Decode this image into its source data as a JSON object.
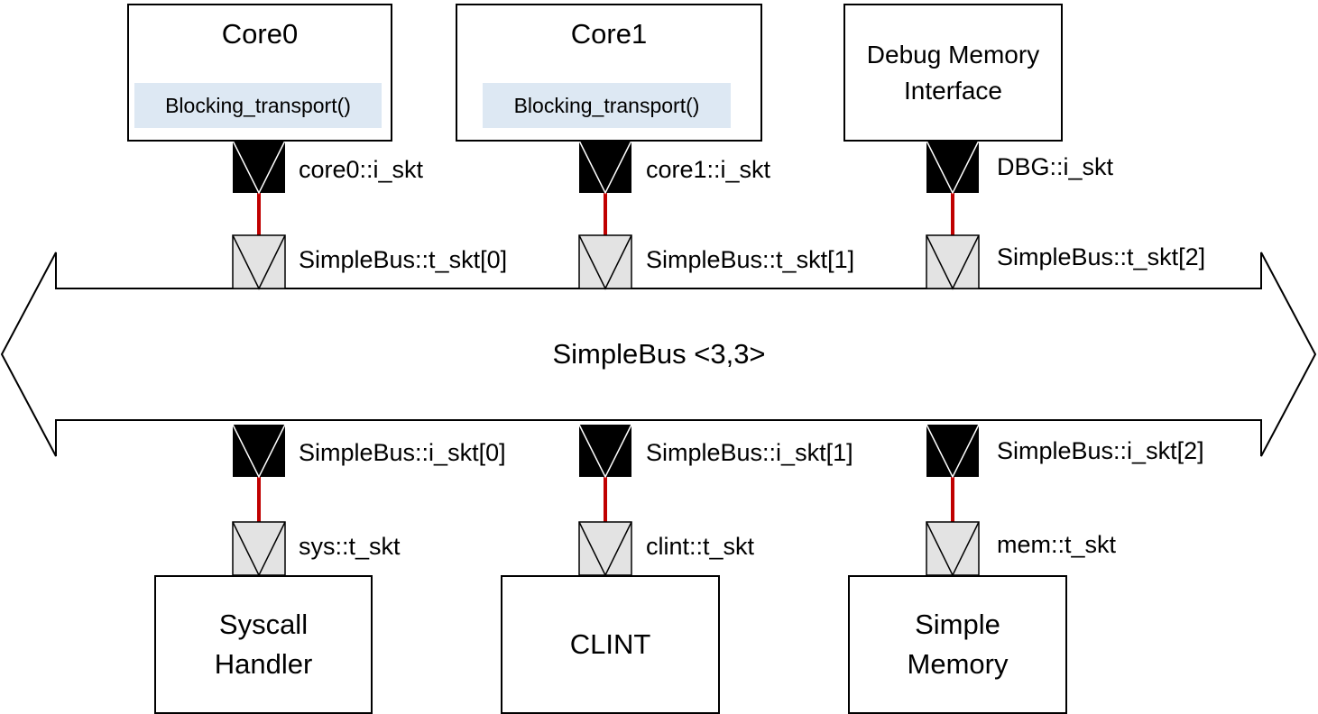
{
  "bus": {
    "label": "SimpleBus <3,3>"
  },
  "initiators": [
    {
      "name": "Core0",
      "function": "Blocking_transport()",
      "initiator_socket": "core0::i_skt",
      "bus_target_socket": "SimpleBus::t_skt[0]"
    },
    {
      "name": "Core1",
      "function": "Blocking_transport()",
      "initiator_socket": "core1::i_skt",
      "bus_target_socket": "SimpleBus::t_skt[1]"
    },
    {
      "name": "Debug Memory\nInterface",
      "initiator_socket": "DBG::i_skt",
      "bus_target_socket": "SimpleBus::t_skt[2]"
    }
  ],
  "targets": [
    {
      "name": "Syscall\nHandler",
      "bus_initiator_socket": "SimpleBus::i_skt[0]",
      "target_socket": "sys::t_skt"
    },
    {
      "name": "CLINT",
      "bus_initiator_socket": "SimpleBus::i_skt[1]",
      "target_socket": "clint::t_skt"
    },
    {
      "name": "Simple\nMemory",
      "bus_initiator_socket": "SimpleBus::i_skt[2]",
      "target_socket": "mem::t_skt"
    }
  ],
  "colors": {
    "initiator_socket_fill": "#000000",
    "target_socket_fill": "#e3e3e3",
    "function_fill": "#dde8f3",
    "link": "#c00000"
  }
}
